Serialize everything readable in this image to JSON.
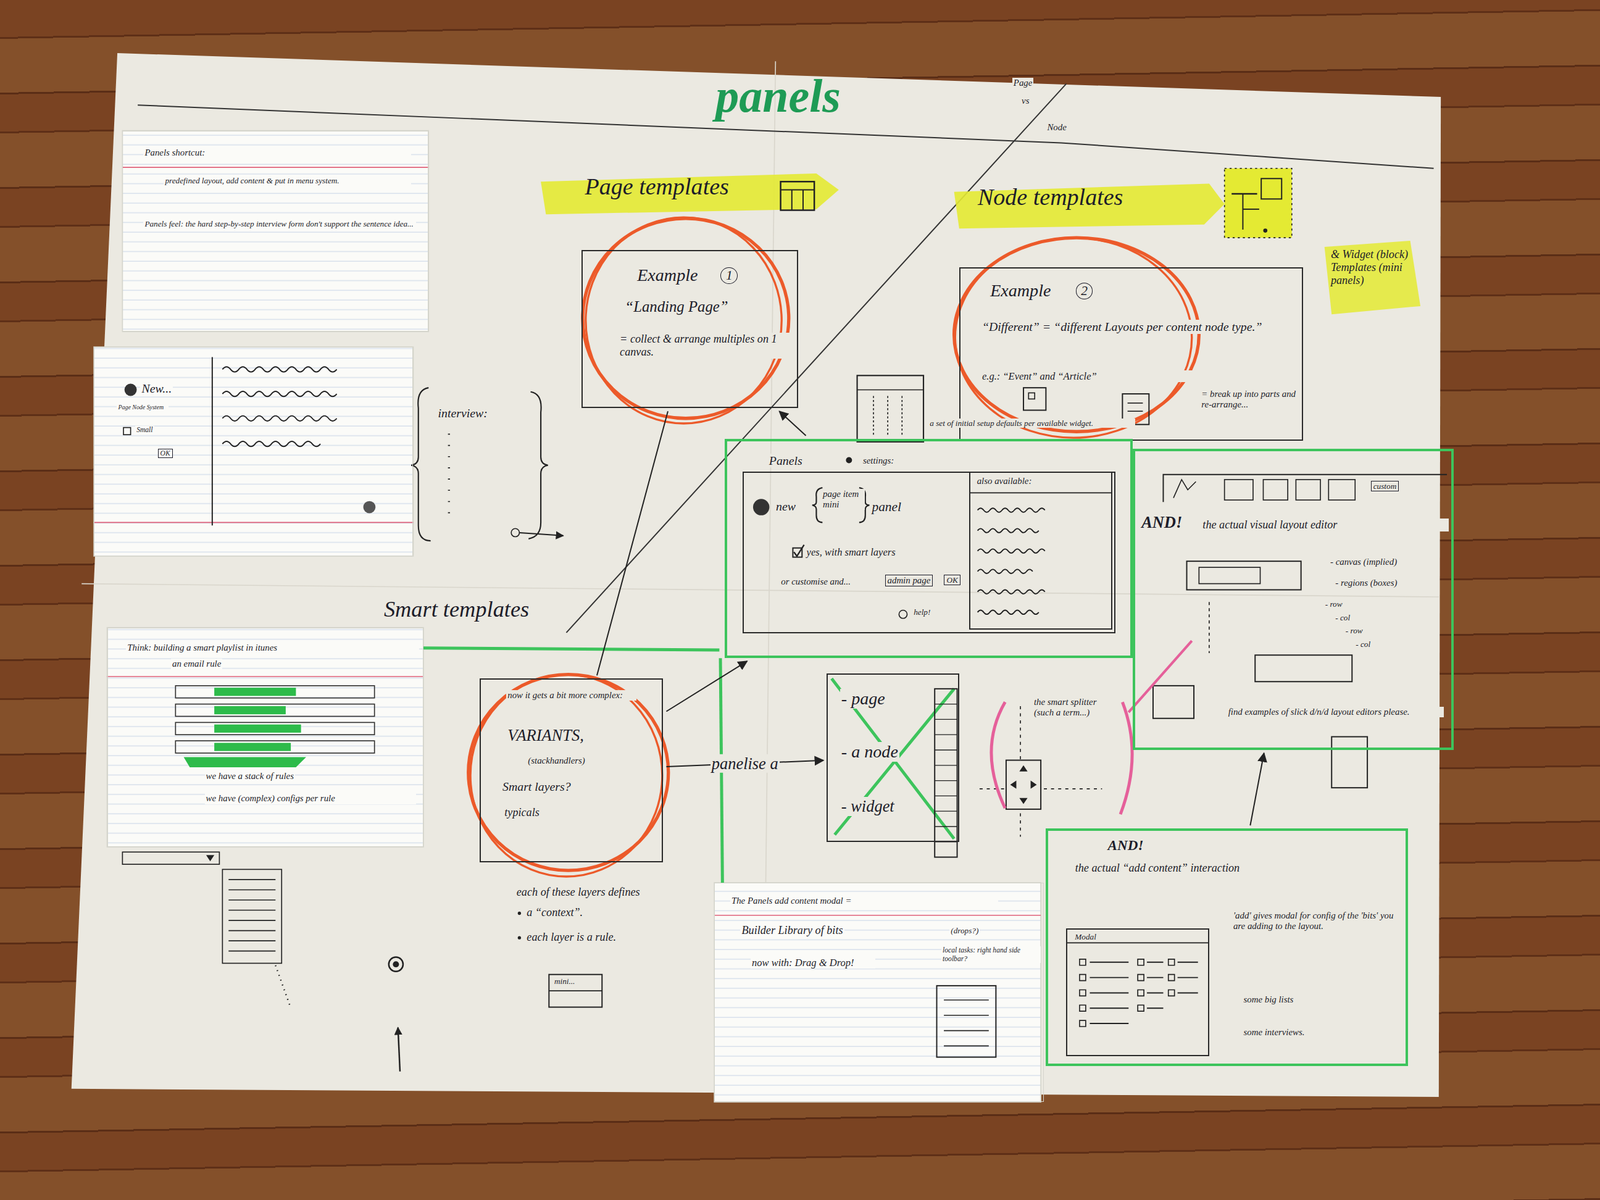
{
  "diagram": {
    "title": "panels",
    "nodes": [
      {
        "text": [
          "Panels shortcut:",
          "predefined layout, add content & put in menu system.",
          "Panels feel: the hard step-by-step interview form don't support the sentence idea..."
        ]
      },
      {
        "text": [
          "Example",
          "1",
          "“Landing Page”",
          "= collect & arrange multiples on 1 canvas."
        ]
      },
      {
        "text": [
          "Example",
          "2",
          "“Different” = “different Layouts per content node type.”",
          "e.g.: “Event” and “Article”",
          "= break up into parts and re-arrange..."
        ]
      },
      {
        "text": [
          "New...",
          "Page Node System",
          "Small",
          "OK"
        ]
      },
      {
        "text": [
          "Panels",
          "settings:"
        ]
      },
      {
        "text": [
          "new",
          "page item mini",
          "panel",
          "yes, with smart layers",
          "or customise and...",
          "admin page",
          "OK",
          "help!"
        ],
        "in": 4
      },
      {
        "text": [
          "also available:"
        ],
        "in": 5
      },
      {
        "text": [
          "AND!",
          "the actual visual layout editor",
          "custom",
          "- canvas (implied)",
          "- regions (boxes)",
          "- row",
          "- col",
          "- row",
          "- col",
          "find examples of slick d/n/d layout editors please."
        ]
      },
      {
        "text": [
          "Think: building a smart playlist in itunes",
          "an email rule",
          "we have a stack of rules",
          "we have (complex) configs per rule"
        ]
      },
      {
        "text": [
          "now it gets a bit more complex:",
          "VARIANTS,",
          "(stackhandlers)",
          "Smart layers?",
          "typicals"
        ]
      },
      {
        "text": [
          "- page",
          "- a node",
          "- widget"
        ]
      },
      {
        "text": [
          "AND!",
          "the actual “add content” interaction",
          "'add' gives modal for config of the 'bits' you are adding to the layout.",
          "some big lists",
          "some interviews."
        ]
      },
      {
        "text": [
          "Modal"
        ],
        "in": 11
      },
      {
        "text": [
          "The Panels add content modal =",
          "Builder Library of bits",
          "(drops?)",
          "now with: Drag & Drop!",
          "local tasks: right hand side toolbar?"
        ]
      }
    ],
    "edges": [
      {
        "from": 1,
        "to": 9,
        "arrow": "none"
      },
      {
        "from": 9,
        "to": 4,
        "arrow": "to"
      },
      {
        "from": 4,
        "to": 1,
        "arrow": "to"
      },
      {
        "from": 9,
        "to": 10,
        "arrow": "to",
        "label": "panelise a"
      },
      {
        "from": 11,
        "to": 7,
        "arrow": "to"
      }
    ],
    "labels": [
      "Page",
      "vs",
      "Node",
      "Page templates",
      "Node templates",
      "& Widget (block) Templates (mini panels)",
      "a set of initial setup defaults per available widget.",
      "interview:",
      "Smart templates",
      "each of these layers defines",
      "a “context”.",
      "each layer is a rule.",
      "mini...",
      "the smart splitter (such a term...)"
    ]
  }
}
